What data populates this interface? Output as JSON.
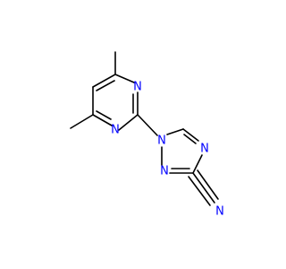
{
  "molecule": {
    "atoms": [
      {
        "id": "N1",
        "text": "N",
        "color": "#0000ff"
      },
      {
        "id": "N2",
        "text": "N",
        "color": "#0000ff"
      },
      {
        "id": "N3",
        "text": "N",
        "color": "#0000ff"
      },
      {
        "id": "N4",
        "text": "N",
        "color": "#0000ff"
      },
      {
        "id": "N5",
        "text": "N",
        "color": "#0000ff"
      },
      {
        "id": "N6",
        "text": "N",
        "color": "#0000ff"
      }
    ]
  },
  "colors": {
    "bond": "#000000",
    "nitrogen": "#0000ff",
    "background": "#ffffff"
  }
}
